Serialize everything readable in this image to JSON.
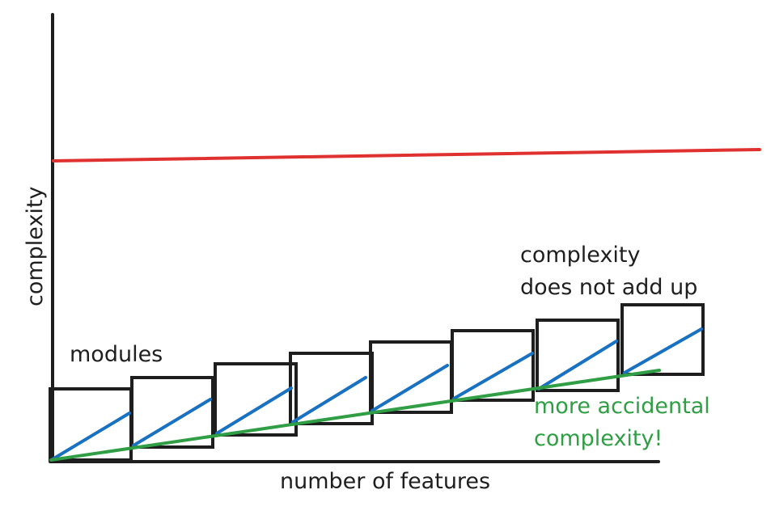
{
  "diagram": {
    "xlabel": "number of features",
    "ylabel": "complexity",
    "annotations": {
      "modules": "modules",
      "complexity_line1": "complexity",
      "complexity_line2": "does not add up",
      "accidental_line1": "more accidental",
      "accidental_line2": "complexity!"
    },
    "colors": {
      "axis": "#1e1e1e",
      "limit_line": "#e03131",
      "module_diagonal": "#1971c2",
      "accidental_line": "#2f9e44",
      "text": "#1f1f1f",
      "accidental_text": "#2f9e44"
    },
    "module_count": 8
  }
}
